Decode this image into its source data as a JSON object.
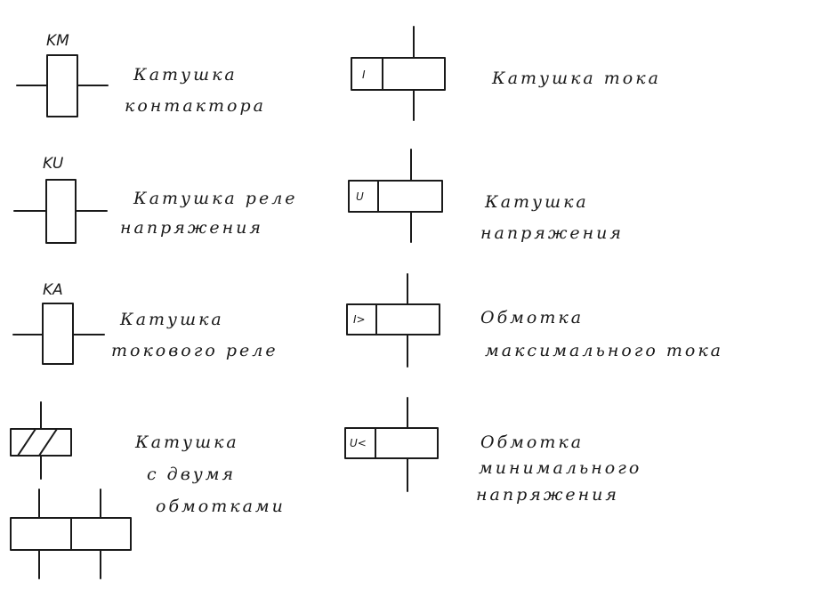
{
  "symbols": [
    {
      "id": "coil-contactor",
      "tag": "KM",
      "caption": [
        "Катушка",
        "контактора"
      ]
    },
    {
      "id": "coil-voltage-relay",
      "tag": "KU",
      "caption": [
        "Катушка реле",
        "напряжения"
      ]
    },
    {
      "id": "coil-current-relay",
      "tag": "KA",
      "caption": [
        "Катушка",
        "токового реле"
      ]
    },
    {
      "id": "coil-two-windings",
      "caption": [
        "Катушка",
        "с двумя",
        "обмотками"
      ]
    },
    {
      "id": "current-coil",
      "box_label": "I",
      "caption": [
        "Катушка тока"
      ]
    },
    {
      "id": "voltage-coil",
      "box_label": "U",
      "caption": [
        "Катушка",
        "напряжения"
      ]
    },
    {
      "id": "max-current-winding",
      "box_label": "I>",
      "caption": [
        "Обмотка",
        "максимального тока"
      ]
    },
    {
      "id": "min-voltage-winding",
      "box_label": "U<",
      "caption": [
        "Обмотка",
        "минимального",
        "напряжения"
      ]
    }
  ]
}
